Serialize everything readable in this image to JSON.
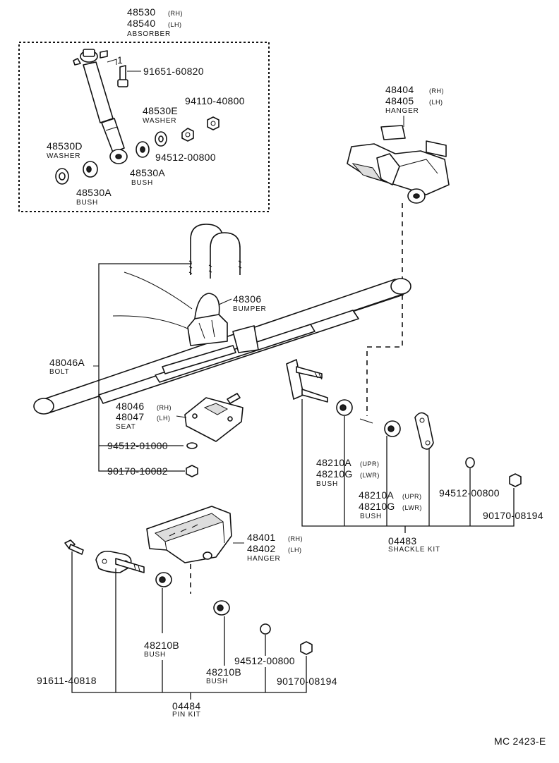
{
  "labels": {
    "p48530": "48530",
    "p48530_sfx": "(RH)",
    "p48540": "48540",
    "p48540_sfx": "(LH)",
    "absorber": "ABSORBER",
    "p91651": "91651-60820",
    "callout_1": "1",
    "p48530E": "48530E",
    "washer_e": "WASHER",
    "p94110": "94110-40800",
    "p48530D": "48530D",
    "washer_d": "WASHER",
    "p94512_top": "94512-00800",
    "p48530A_r": "48530A",
    "bush_r": "BUSH",
    "p48530A_l": "48530A",
    "bush_l": "BUSH",
    "p48404": "48404",
    "p48404_sfx": "(RH)",
    "p48405": "48405",
    "p48405_sfx": "(LH)",
    "hanger_top": "HANGER",
    "p48306": "48306",
    "bumper": "BUMPER",
    "p48046A": "48046A",
    "bolt": "BOLT",
    "p48046": "48046",
    "p48046_sfx": "(RH)",
    "p48047": "48047",
    "p48047_sfx": "(LH)",
    "seat": "SEAT",
    "p94512_01000": "94512-01000",
    "p90170_10082": "90170-10082",
    "p48210A_1": "48210A",
    "p48210A_1_sfx": "(UPR)",
    "p48210G_1": "48210G",
    "p48210G_1_sfx": "(LWR)",
    "bush_s1": "BUSH",
    "p48210A_2": "48210A",
    "p48210A_2_sfx": "(UPR)",
    "p48210G_2": "48210G",
    "p48210G_2_sfx": "(LWR)",
    "bush_s2": "BUSH",
    "p94512_mid": "94512-00800",
    "p90170_mid": "90170-08194",
    "p04483": "04483",
    "shackle_kit": "SHACKLE KIT",
    "p48401": "48401",
    "p48401_sfx": "(RH)",
    "p48402": "48402",
    "p48402_sfx": "(LH)",
    "hanger_bot": "HANGER",
    "p48210B_1": "48210B",
    "bush_b1": "BUSH",
    "p94512_bot": "94512-00800",
    "p48210B_2": "48210B",
    "bush_b2": "BUSH",
    "p90170_bot": "90170-08194",
    "p91611": "91611-40818",
    "p04484": "04484",
    "pin_kit": "PIN KIT",
    "figure_code": "MC 2423-E"
  }
}
